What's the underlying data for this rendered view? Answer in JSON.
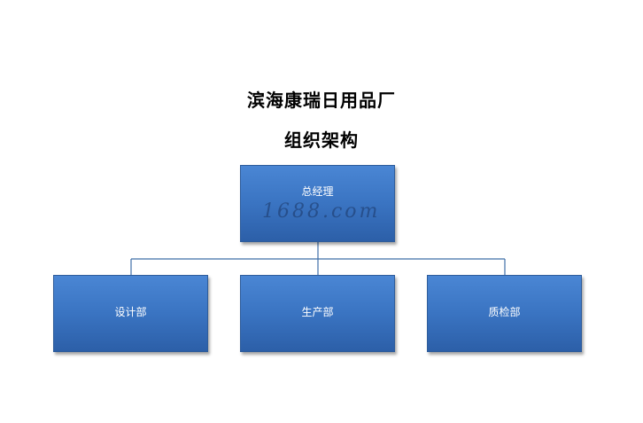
{
  "title": "滨海康瑞日用品厂",
  "subtitle": "组织架构",
  "root": {
    "label": "总经理"
  },
  "departments": [
    {
      "label": "设计部"
    },
    {
      "label": "生产部"
    },
    {
      "label": "质检部"
    }
  ],
  "watermark": "1688.com",
  "colors": {
    "box_fill": "#3a74c2",
    "box_border": "#2e5c9a",
    "connector": "#3f6fa8",
    "box_text": "#ffffff"
  }
}
